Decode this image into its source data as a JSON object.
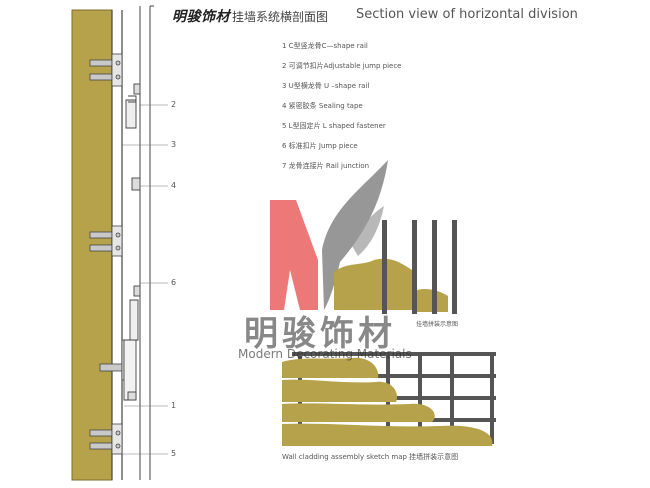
{
  "header": {
    "brand": "明骏饰材",
    "title_cn": "挂墙系统横剖面图",
    "title_en": "Section view of horizontal division"
  },
  "legend": {
    "items": [
      "1 C型竖龙骨C—shape rail",
      "2 可调节扣片Adjustable jump piece",
      "3 U型横龙骨 U –shape rail",
      "4 紧密胶条 Sealing tape",
      "5 L型固定片 L shaped fastener",
      "6 标准扣片 Jump piece",
      "7 龙骨连接片 Rail junction"
    ]
  },
  "callouts": [
    "2",
    "3",
    "4",
    "6",
    "1",
    "5"
  ],
  "watermark": {
    "cn": "明骏饰材",
    "en": "Modern Decorating Materials"
  },
  "captions": {
    "sketch_small": "挂墙拼装示意图",
    "sketch_bottom": "Wall cladding assembly sketch map 挂墙拼装示意图"
  },
  "colors": {
    "wall": "#b7a24c",
    "wall_edge": "#7d6d2a",
    "rail": "#555555",
    "logo_red": "#e54b4b",
    "logo_gray": "#8a8a8a"
  }
}
